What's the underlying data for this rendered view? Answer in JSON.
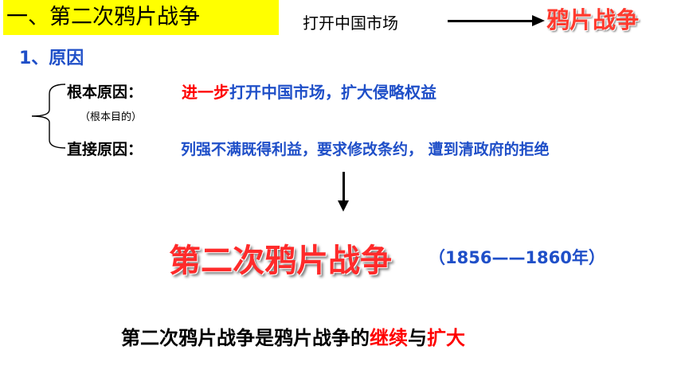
{
  "header": {
    "title": "一、第二次鸦片战争",
    "cause_text": "打开中国市场",
    "result_text": "鸦片战争"
  },
  "section": {
    "heading": "1、原因"
  },
  "causes": {
    "root": {
      "label": "根本原因：",
      "note": "（根本目的）",
      "highlight": "进一步",
      "rest": "打开中国市场，扩大侵略权益"
    },
    "direct": {
      "label": "直接原因：",
      "value": "列强不满既得利益，要求修改条约， 遭到清政府的拒绝"
    }
  },
  "result": {
    "war_name": "第二次鸦片战争",
    "years": "（1856——1860年）"
  },
  "conclusion": {
    "part1": "第二次鸦片战争是鸦片战争的",
    "red1": "继续",
    "middle": "与",
    "red2": "扩大"
  },
  "colors": {
    "title_bg": "#ffff00",
    "blue_text": "#1f4fc8",
    "red_text": "#ff0000"
  }
}
